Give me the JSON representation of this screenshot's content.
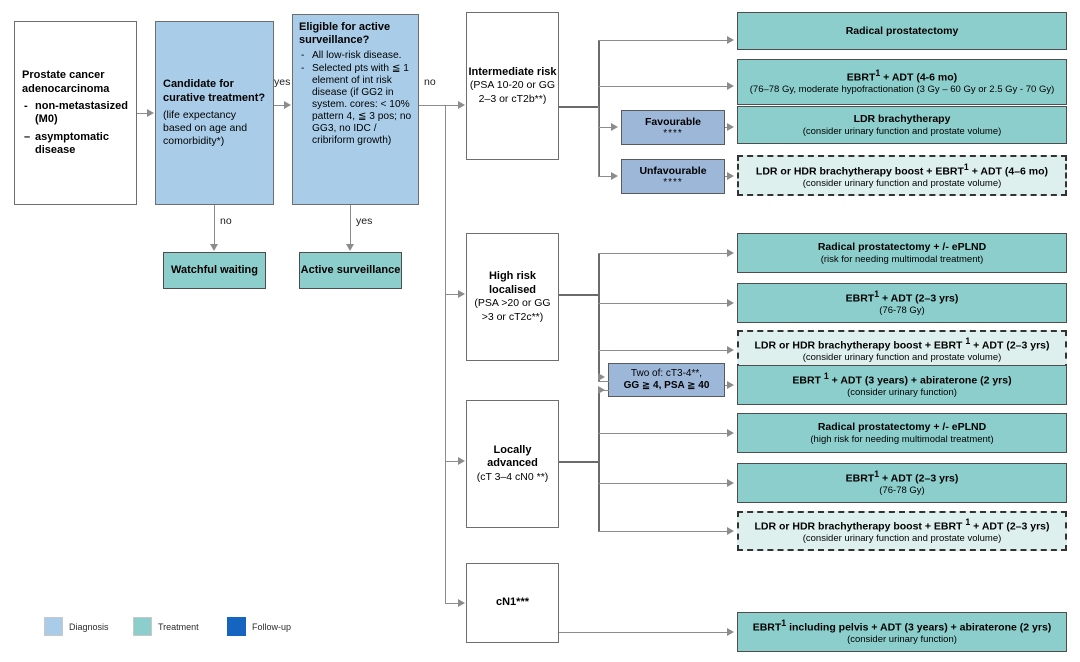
{
  "diagram": {
    "title": "Prostate cancer treatment decision flowchart",
    "colors": {
      "diagnosis": "#a9cde8",
      "treatment": "#8ccecb",
      "followup": "#1565c0",
      "stratifier": "#9cb7d8",
      "optional_treatment": "#ddf0ee"
    }
  },
  "entry": {
    "title": "Prostate cancer adenocarcinoma",
    "bullets": [
      {
        "marker": "-",
        "text": "non-metastasized (M0)"
      },
      {
        "marker": "–",
        "text": "asymptomatic disease"
      }
    ]
  },
  "candidate": {
    "title": "Candidate for curative treatment?",
    "sub": "(life expectancy based on age and comorbidity*)"
  },
  "eligible": {
    "title": "Eligible for active surveillance?",
    "bullets": [
      {
        "marker": "-",
        "text": "All low-risk disease."
      },
      {
        "marker": "-",
        "text": "Selected pts with ≦ 1 element of int risk disease (if GG2 in system. cores: < 10% pattern 4, ≦ 3 pos; no GG3, no IDC / cribriform growth)"
      }
    ]
  },
  "watchful": {
    "title": "Watchful waiting"
  },
  "active_surveillance": {
    "title": "Active surveillance"
  },
  "edge_labels": {
    "yes_candidate": "yes",
    "no_candidate": "no",
    "yes_eligible": "yes",
    "no_eligible": "no"
  },
  "risk_groups": [
    {
      "id": "intermediate",
      "title": "Intermediate risk",
      "sub": "(PSA 10-20 or GG 2–3 or cT2b**)"
    },
    {
      "id": "high-risk-localised",
      "title": "High risk localised",
      "sub": "(PSA >20 or GG >3 or cT2c**)"
    },
    {
      "id": "locally-advanced",
      "title": "Locally advanced",
      "sub": "(cT 3–4 cN0 **)"
    },
    {
      "id": "cn1",
      "title": "cN1***",
      "sub": ""
    }
  ],
  "stratifiers": [
    {
      "id": "favourable",
      "title": "Favourable",
      "sub": "****"
    },
    {
      "id": "unfavourable",
      "title": "Unfavourable",
      "sub": "****"
    },
    {
      "id": "two-of",
      "line1": "Two of: cT3-4**,",
      "line2": "GG ≧ 4, PSA ≧ 40"
    }
  ],
  "treatments": [
    {
      "id": "t1",
      "style": "teal",
      "title": "Radical prostatectomy",
      "sub": ""
    },
    {
      "id": "t2",
      "style": "teal",
      "title_html": "EBRT¹ + ADT (4-6 mo)",
      "title": "EBRT1 + ADT (4-6 mo)",
      "sub": "(76–78 Gy, moderate hypofractionation (3 Gy – 60 Gy or 2.5 Gy - 70 Gy)"
    },
    {
      "id": "t3",
      "style": "teal",
      "title": "LDR brachytherapy",
      "sub": "(consider urinary function and prostate volume)"
    },
    {
      "id": "t4",
      "style": "dashed",
      "title": "LDR or HDR brachytherapy boost + EBRT1 + ADT (4–6 mo)",
      "sub": "(consider urinary function and prostate volume)"
    },
    {
      "id": "t5",
      "style": "teal",
      "title": "Radical prostatectomy + /- ePLND",
      "sub": "(risk for needing multimodal treatment)"
    },
    {
      "id": "t6",
      "style": "teal",
      "title": "EBRT1 + ADT (2–3 yrs)",
      "sub": "(76-78 Gy)"
    },
    {
      "id": "t7",
      "style": "dashed",
      "title": "LDR or HDR brachytherapy boost + EBRT 1 + ADT (2–3 yrs)",
      "sub": "(consider urinary function and prostate volume)"
    },
    {
      "id": "t8",
      "style": "teal",
      "title": "EBRT 1 + ADT (3 years) + abiraterone (2 yrs)",
      "sub": "(consider urinary function)"
    },
    {
      "id": "t9",
      "style": "teal",
      "title": "Radical prostatectomy + /- ePLND",
      "sub": "(high risk for needing multimodal treatment)"
    },
    {
      "id": "t10",
      "style": "teal",
      "title": "EBRT1 + ADT (2–3 yrs)",
      "sub": "(76-78 Gy)"
    },
    {
      "id": "t11",
      "style": "dashed",
      "title": "LDR or HDR brachytherapy boost + EBRT 1 + ADT (2–3 yrs)",
      "sub": "(consider urinary function and prostate volume)"
    },
    {
      "id": "t12",
      "style": "teal",
      "title": "EBRT1 including pelvis + ADT (3 years) + abiraterone (2 yrs)",
      "sub": "(consider urinary function)"
    }
  ],
  "legend": [
    {
      "label": "Diagnosis",
      "color": "#a9cde8"
    },
    {
      "label": "Treatment",
      "color": "#8ccecb"
    },
    {
      "label": "Follow-up",
      "color": "#1565c0"
    }
  ]
}
